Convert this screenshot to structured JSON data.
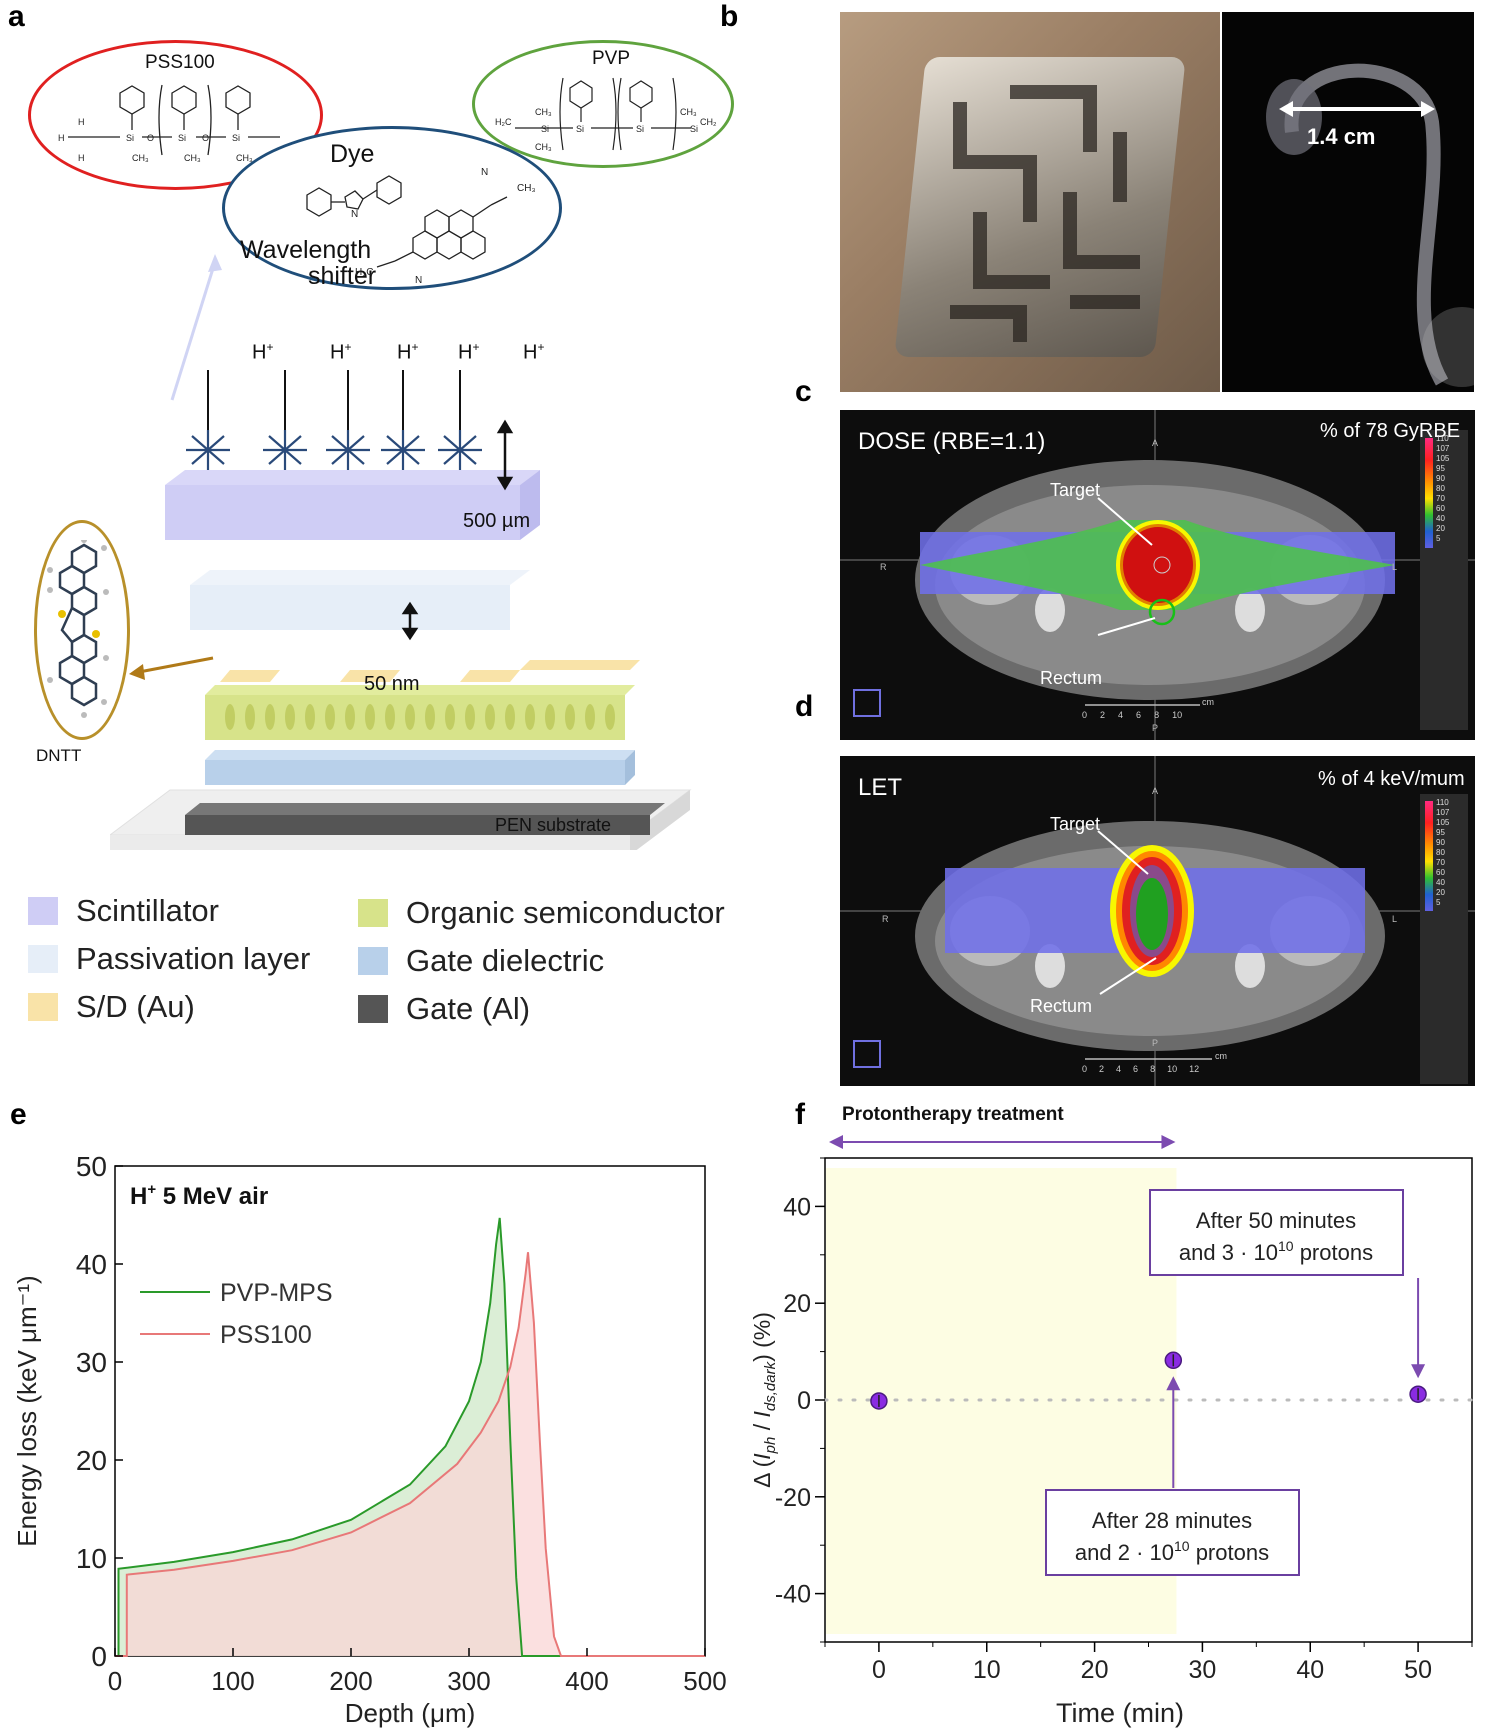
{
  "panel_labels": {
    "a": "a",
    "b": "b",
    "c": "c",
    "d": "d",
    "e": "e",
    "f": "f"
  },
  "panel_a": {
    "molecules": {
      "pss100": "PSS100",
      "pvp": "PVP",
      "dye": "Dye",
      "wavelength_line1": "Wavelength",
      "wavelength_line2": "shifter",
      "dntt": "DNTT"
    },
    "proton_label": "H",
    "proton_charge": "+",
    "thickness_scintillator": "500 µm",
    "thickness_semiconductor": "50 nm",
    "substrate": "PEN substrate",
    "legend": [
      {
        "label": "Scintillator",
        "color": "#cfcdf5"
      },
      {
        "label": "Passivation layer",
        "color": "#e6eef8"
      },
      {
        "label": "S/D (Au)",
        "color": "#f9e3a8"
      },
      {
        "label": "Organic semiconductor",
        "color": "#d7e38a"
      },
      {
        "label": "Gate dielectric",
        "color": "#b8d0ea"
      },
      {
        "label": "Gate (Al)",
        "color": "#555555"
      }
    ]
  },
  "panel_b": {
    "measure": "1.4 cm"
  },
  "panel_c": {
    "title": "DOSE (RBE=1.1)",
    "unit": "% of 78 GyRBE",
    "target": "Target",
    "rectum": "Rectum",
    "scale_ticks": [
      "0",
      "2",
      "4",
      "6",
      "8",
      "10"
    ],
    "scale_unit": "cm",
    "colorbar": [
      "110",
      "107",
      "105",
      "95",
      "90",
      "80",
      "70",
      "60",
      "40",
      "20",
      "5"
    ],
    "orient": {
      "top": "A",
      "bottom": "P",
      "left": "R",
      "right": "L"
    }
  },
  "panel_d": {
    "title": "LET",
    "unit": "% of 4 keV/mum",
    "target": "Target",
    "rectum": "Rectum",
    "scale_ticks": [
      "0",
      "2",
      "4",
      "6",
      "8",
      "10",
      "12"
    ],
    "scale_unit": "cm",
    "colorbar": [
      "110",
      "107",
      "105",
      "95",
      "90",
      "80",
      "70",
      "60",
      "40",
      "20",
      "5"
    ],
    "orient": {
      "top": "A",
      "bottom": "P",
      "left": "R",
      "right": "L"
    }
  },
  "chart_data": [
    {
      "type": "area",
      "title": "H+ 5 MeV air",
      "title_main": "H",
      "title_sup": "+",
      "title_rest": " 5 MeV air",
      "xlabel_pre": "Depth (",
      "xlabel_mu": "μ",
      "xlabel_post": "m)",
      "ylabel": "Energy loss (keV μm⁻¹)",
      "xlim": [
        0,
        500
      ],
      "ylim": [
        0,
        50
      ],
      "xticks": [
        "0",
        "100",
        "200",
        "300",
        "400",
        "500"
      ],
      "yticks": [
        "0",
        "10",
        "20",
        "30",
        "40",
        "50"
      ],
      "legend_placement": "middle-left",
      "series": [
        {
          "name": "PVP-MPS",
          "color": "#2a9a2a",
          "fill": "#cfe8c8",
          "x": [
            0,
            3,
            3,
            50,
            100,
            150,
            200,
            250,
            280,
            300,
            310,
            318,
            323,
            326,
            330,
            335,
            340,
            345,
            500
          ],
          "y": [
            0,
            0,
            8.9,
            9.6,
            10.6,
            11.9,
            13.9,
            17.5,
            21.4,
            26.0,
            30.0,
            36.0,
            42.0,
            44.7,
            38.0,
            22.0,
            8.0,
            0,
            0
          ]
        },
        {
          "name": "PSS100",
          "color": "#e87878",
          "fill": "#f9d6d6",
          "x": [
            0,
            10,
            10,
            50,
            100,
            150,
            200,
            250,
            290,
            310,
            325,
            335,
            342,
            348,
            350,
            355,
            360,
            365,
            372,
            378,
            500
          ],
          "y": [
            0,
            0,
            8.3,
            8.8,
            9.7,
            10.8,
            12.6,
            15.6,
            19.6,
            22.8,
            26.0,
            29.5,
            33.5,
            39.0,
            41.2,
            34.0,
            22.0,
            11.0,
            2.0,
            0,
            0
          ]
        }
      ]
    },
    {
      "type": "scatter",
      "annotation_top": "Protontherapy treatment",
      "xlabel": "Time (min)",
      "ylabel_delta": "Δ (",
      "ylabel_i1": "I",
      "ylabel_sub1": "ph",
      "ylabel_mid": " / ",
      "ylabel_i2": "I",
      "ylabel_sub2": "ds,dark",
      "ylabel_end": ") (%)",
      "xlim": [
        -5,
        55
      ],
      "ylim": [
        -50,
        50
      ],
      "xticks": [
        "0",
        "10",
        "20",
        "30",
        "40",
        "50"
      ],
      "yticks": [
        "40",
        "20",
        "0",
        "-20",
        "-40"
      ],
      "treatment_span": [
        -5,
        27.5
      ],
      "points": [
        {
          "x": 0,
          "y": -0.2
        },
        {
          "x": 27.3,
          "y": 8.2
        },
        {
          "x": 50,
          "y": 1.2
        }
      ],
      "box1": {
        "line1": "After 50 minutes",
        "line2_pre": "and 3 · 10",
        "sup": "10",
        "line2_post": " protons"
      },
      "box2": {
        "line1": "After 28 minutes",
        "line2_pre": "and 2 · 10",
        "sup": "10",
        "line2_post": " protons"
      }
    }
  ]
}
